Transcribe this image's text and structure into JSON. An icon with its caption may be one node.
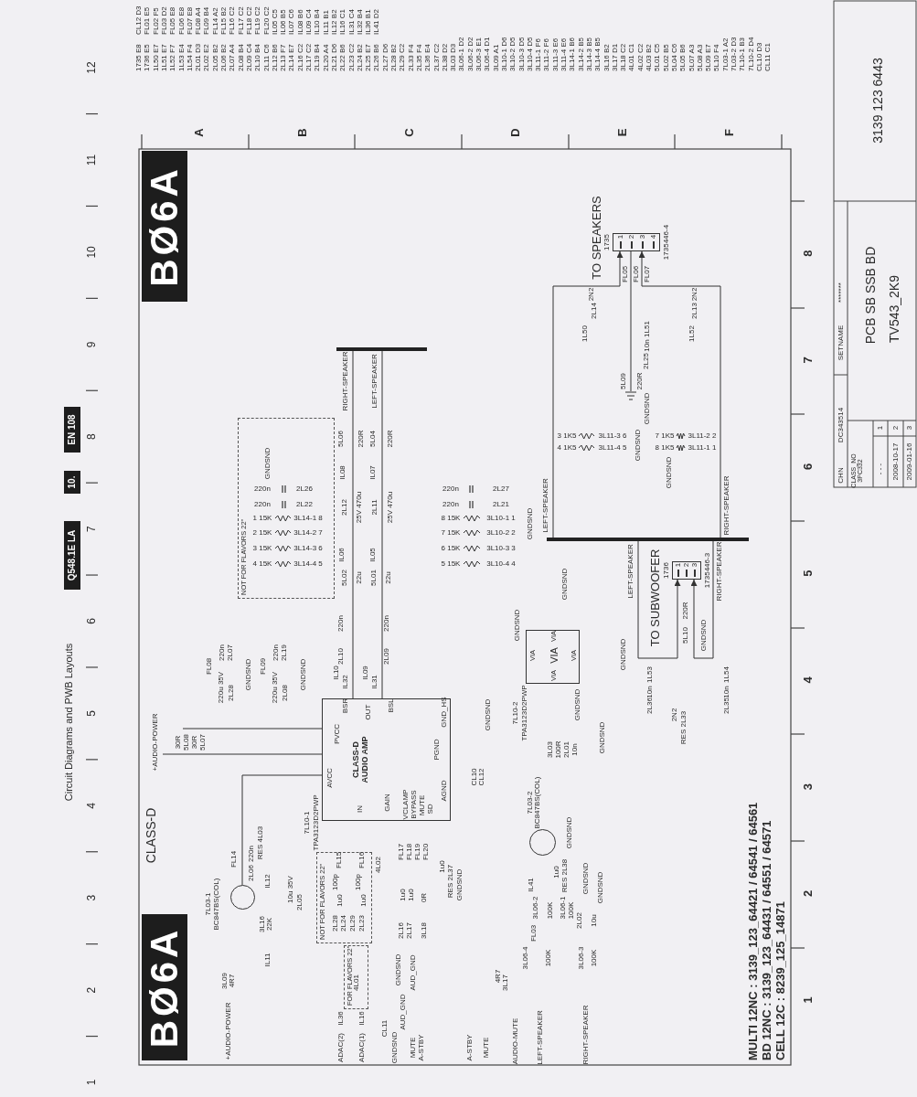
{
  "diagram": {
    "nodes": [
      {
        "text": [
          "CLASS-D AUDIO AMP",
          "PVCC",
          "AVCC",
          "BSR",
          "OUT",
          "BSL",
          "IN",
          "GAIN",
          "VCLAMP",
          "BYPASS",
          "MUTE",
          "SD",
          "GND_HS",
          "PGND",
          "AGND"
        ],
        "beside": [
          "7L10-1",
          "TPA3123D2PWP"
        ]
      },
      {
        "text": [
          "VIA",
          "VIA",
          "VIA",
          "VIA",
          "VIA"
        ],
        "beside": [
          "7L10-2",
          "TPA3123D2PWP"
        ]
      },
      {
        "text": [
          "1",
          "2",
          "3",
          "4"
        ],
        "beside": [
          "1735",
          "1735446-4",
          "TO SPEAKERS"
        ]
      },
      {
        "text": [
          "1",
          "2",
          "3"
        ],
        "beside": [
          "1736",
          "1735446-3",
          "TO SUBWOOFER"
        ]
      },
      {
        "text": [],
        "shape": "circle",
        "beside": [
          "7L03-1",
          "BC847BS(COL)"
        ]
      },
      {
        "text": [],
        "shape": "circle",
        "beside": [
          "7L03-2",
          "BC847BS(COL)"
        ]
      },
      {
        "text": [],
        "shape": "bar"
      },
      {
        "text": [],
        "shape": "bar"
      },
      {
        "text": [
          "NOT FOR FLAVORS 22\""
        ]
      },
      {
        "text": [
          "NOT FOR FLAVORS 22\""
        ]
      },
      {
        "text": [
          "FOR FLAVORS 22\""
        ]
      },
      {
        "text": [
          "BØ6A"
        ]
      },
      {
        "text": [
          "BØ6A"
        ]
      },
      {
        "text": [
          "Q548.1E LA"
        ]
      },
      {
        "text": [
          "10."
        ]
      },
      {
        "text": [
          "EN 108"
        ]
      }
    ],
    "edges": [
      {
        "from": 0,
        "to": 6,
        "arrow": "none"
      },
      {
        "from": 0,
        "to": 6,
        "arrow": "none"
      },
      {
        "from": 7,
        "to": 2,
        "arrow": "to"
      },
      {
        "from": 7,
        "to": 2,
        "arrow": "to"
      },
      {
        "from": 7,
        "to": 3,
        "arrow": "to"
      },
      {
        "from": 7,
        "to": 3,
        "arrow": "to"
      },
      {
        "from": 4,
        "to": 0,
        "arrow": "none"
      }
    ],
    "labels": [
      "Circuit Diagrams and PWB Layouts",
      "1",
      "2",
      "3",
      "4",
      "5",
      "6",
      "7",
      "8",
      "9",
      "10",
      "11",
      "12",
      "A",
      "B",
      "C",
      "D",
      "E",
      "F",
      "1",
      "2",
      "3",
      "4",
      "5",
      "6",
      "7",
      "8",
      "CLASS-D",
      "MULTI 12NC : 3139_123_64421 / 64541 / 64561",
      "BD 12NC : 3139_123_64431 / 64551 / 64571",
      "CELL 12C : 8239_125_14871",
      "CHN",
      "DC343514",
      "SETNAME",
      "*******",
      "CLASS_NO",
      "3PC332",
      "- - -",
      "1",
      "2008-10-17",
      "2",
      "2009-01-16",
      "3",
      "PCB SB SSB BD",
      "TV543_2K9",
      "3139 123 6443",
      "+AUDIO-POWER",
      "30R",
      "5L08",
      "30R",
      "5L07",
      "FL08",
      "220n",
      "2L07",
      "220u 35V",
      "2L28",
      "GNDSND",
      "FL09",
      "220n",
      "2L19",
      "220u 35V",
      "2L08",
      "GNDSND",
      "IL10",
      "IL32",
      "IL09",
      "IL31",
      "2L10",
      "220n",
      "2L09",
      "220n",
      "5L02",
      "22u",
      "5L01",
      "22u",
      "IL06",
      "IL05",
      "2L12",
      "25V 470u",
      "2L11",
      "25V 470u",
      "IL08",
      "IL07",
      "5L06",
      "220R",
      "5L04",
      "220R",
      "RIGHT-SPEAKER",
      "LEFT-SPEAKER",
      "GNDSND",
      "220n",
      "2L26",
      "220n",
      "2L22",
      "1 15K",
      "3L14-1 8",
      "2 15K",
      "3L14-2 7",
      "3 15K",
      "3L14-3 6",
      "4 15K",
      "3L14-4 5",
      "220n",
      "2L27",
      "220n",
      "2L21",
      "8 15K",
      "3L10-1 1",
      "7 15K",
      "3L10-2 2",
      "6 15K",
      "3L10-3 3",
      "5 15K",
      "3L10-4 4",
      "GNDSND",
      "FL14",
      "2L06",
      "220n",
      "RES 4L03",
      "IL12",
      "10u 35V",
      "2L05",
      "3L16",
      "22K",
      "IL11",
      "3L09",
      "4R7",
      "+AUDIO-POWER",
      "FL15",
      "FL16",
      "4L02",
      "100p",
      "1u0",
      "2L28",
      "2L24",
      "100p",
      "1u0",
      "2L29",
      "2L23",
      "FL17",
      "FL18",
      "FL19",
      "FL20",
      "1u0",
      "1u0",
      "0R",
      "2L16",
      "2L17",
      "3L18",
      "1u0",
      "RES 2L37",
      "GNDSND",
      "GNDSND",
      "AUD_GND",
      "IL36",
      "IL16",
      "ADAC(2)",
      "ADAC(1)",
      "CL11",
      "GNDSND",
      "AUD_GND",
      "MUTE",
      "A-STBY",
      "A-STBY",
      "MUTE",
      "AUDIO-MUTE",
      "LEFT-SPEAKER",
      "RIGHT-SPEAKER",
      "4R7",
      "3L17",
      "3L06-4",
      "100K",
      "FL03",
      "3L06-2",
      "100K",
      "IL41",
      "3L06-1",
      "100K",
      "2L02",
      "10u",
      "3L06-3",
      "100K",
      "GNDSND",
      "1u0",
      "RES 2L38",
      "GNDSND",
      "GNDSND",
      "3L03",
      "100R",
      "2L01",
      "10n",
      "GNDSND",
      "GNDSND",
      "GNDSND",
      "GNDSND",
      "GNDSND",
      "GNDSND",
      "CL10",
      "CL12",
      "LEFT-SPEAKER",
      "RIGHT-SPEAKER",
      "5L10",
      "220R",
      "GNDSND",
      "1L53",
      "1L54",
      "10n",
      "2L36",
      "10n",
      "2L35",
      "2N2",
      "RES 2L33",
      "FL05",
      "FL06",
      "FL07",
      "2N2",
      "2L14",
      "2N2",
      "2L13",
      "1L50",
      "1L51",
      "10n",
      "2L25",
      "1L52",
      "5L09",
      "220R",
      "GNDSND",
      "3 1K5",
      "3L11-3 6",
      "4 1K5",
      "3L11-4 5",
      "GNDSND",
      "7 1K5",
      "3L11-2 2",
      "8 1K5",
      "3L11-1 1",
      "GNDSND",
      "LEFT-SPEAKER",
      "RIGHT-SPEAKER",
      "4L01",
      "1735 E8",
      "1736 E5",
      "1L50 E7",
      "1L51 E7",
      "1L52 F7",
      "1L53 E4",
      "1L54 F4",
      "2L01 D3",
      "2L02 E2",
      "2L05 B2",
      "2L06 B2",
      "2L07 A4",
      "2L08 B4",
      "2L09 C4",
      "2L10 B4",
      "2L11 C6",
      "2L12 B6",
      "2L13 F7",
      "2L14 E7",
      "2L16 C2",
      "2L17 C2",
      "2L19 B4",
      "2L20 A4",
      "2L21 D6",
      "2L22 B6",
      "2L23 C2",
      "2L24 B2",
      "2L25 E7",
      "2L26 B6",
      "2L27 D6",
      "2L28 B2",
      "2L29 C2",
      "2L33 F4",
      "2L35 F4",
      "2L36 E4",
      "2L37 C2",
      "2L38 D2",
      "3L03 D3",
      "3L06-1 D2",
      "3L06-2 D2",
      "3L06-3 E1",
      "3L06-4 D1",
      "3L09 A1",
      "3L10-1 D6",
      "3L10-2 D5",
      "3L10-3 D5",
      "3L10-4 D5",
      "3L11-1 F6",
      "3L11-2 F6",
      "3L11-3 E6",
      "3L11-4 E6",
      "3L14-1 B6",
      "3L14-2 B5",
      "3L14-3 B5",
      "3L14-4 B5",
      "3L16 B2",
      "3L17 D1",
      "3L18 C2",
      "4L01 C1",
      "4L02 C2",
      "4L03 B2",
      "5L01 C5",
      "5L02 B5",
      "5L04 C6",
      "5L05 B6",
      "5L07 A3",
      "5L08 A3",
      "5L09 E7",
      "5L10 F4",
      "7L03-1 A2",
      "7L03-2 D3",
      "7L10-1 B3",
      "7L10-2 D4",
      "CL10 D3",
      "CL11 C1",
      "CL12 D3",
      "FL01 E5",
      "FL02 F5",
      "FL03 D2",
      "FL05 E8",
      "FL06 E8",
      "FL07 E8",
      "FL08 A4",
      "FL09 B4",
      "FL14 A2",
      "FL15 B2",
      "FL16 C2",
      "FL17 C2",
      "FL18 C2",
      "FL19 C2",
      "FL20 C2",
      "IL05 C5",
      "IL06 B5",
      "IL07 C6",
      "IL08 B6",
      "IL09 C4",
      "IL10 B4",
      "IL11 B1",
      "IL12 B2",
      "IL16 C1",
      "IL31 C4",
      "IL32 B4",
      "IL36 B1",
      "IL41 D2"
    ]
  }
}
